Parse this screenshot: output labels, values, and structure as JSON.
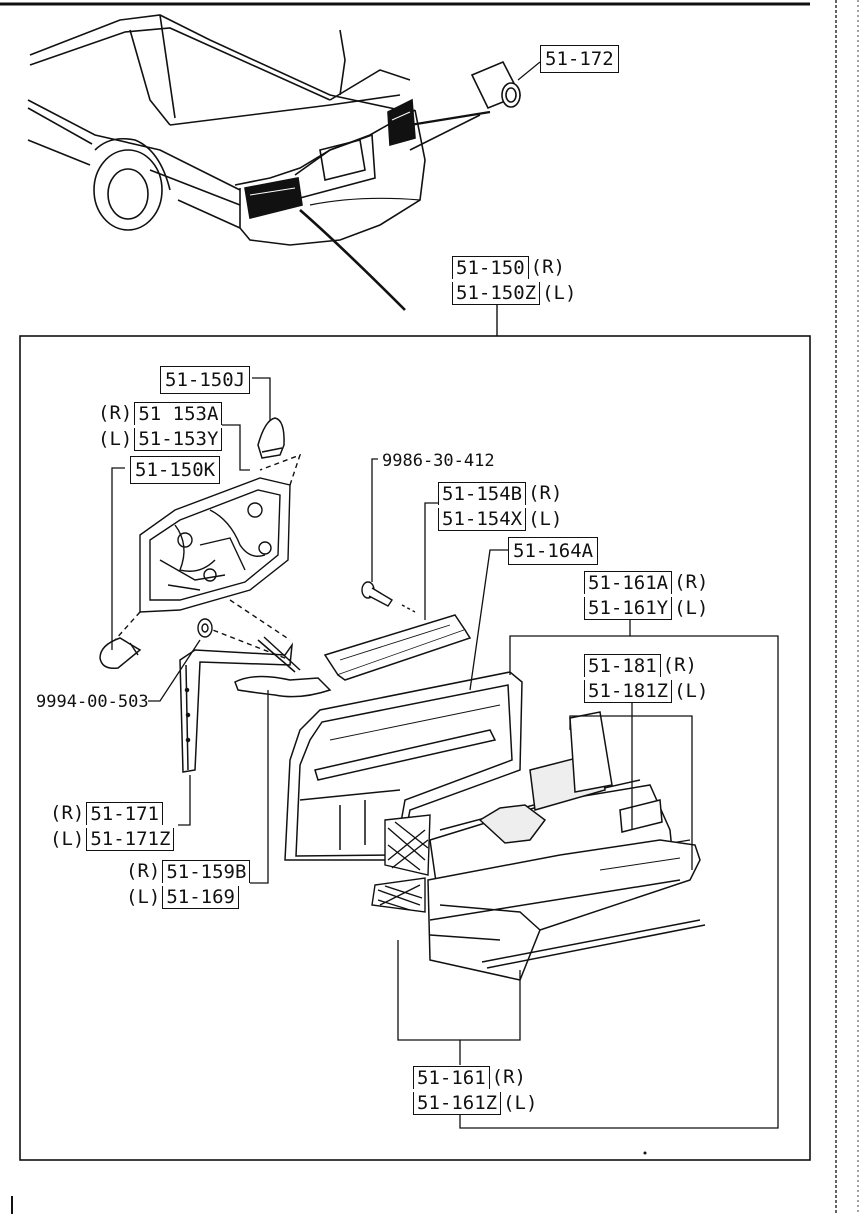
{
  "parts": {
    "bulb_socket_top": "51-172",
    "tail_assy": {
      "right": {
        "code": "51-150",
        "side": "(R)"
      },
      "left": {
        "code": "51-150Z",
        "side": "(L)"
      }
    },
    "bulb_j": "51-150J",
    "socket_153": {
      "right": {
        "side": "(R)",
        "code": "51 153A"
      },
      "left": {
        "side": "(L)",
        "code": "51-153Y"
      }
    },
    "bulb_k": "51-150K",
    "screw": "9986-30-412",
    "lens_154": {
      "right": {
        "code": "51-154B",
        "side": "(R)"
      },
      "left": {
        "code": "51-154X",
        "side": "(L)"
      }
    },
    "housing_164": "51-164A",
    "lens_161a": {
      "right": {
        "code": "51-161A",
        "side": "(R)"
      },
      "left": {
        "code": "51-161Y",
        "side": "(L)"
      }
    },
    "lens_181": {
      "right": {
        "code": "51-181",
        "side": "(R)"
      },
      "left": {
        "code": "51-181Z",
        "side": "(L)"
      }
    },
    "grommet": "9994-00-503",
    "gasket_171": {
      "right": {
        "side": "(R)",
        "code": "51-171"
      },
      "left": {
        "side": "(L)",
        "code": "51-171Z"
      }
    },
    "seal_159": {
      "right": {
        "side": "(R)",
        "code": "51-159B"
      },
      "left": {
        "side": "(L)",
        "code": "51-169"
      }
    },
    "lens_161": {
      "right": {
        "code": "51-161",
        "side": "(R)"
      },
      "left": {
        "code": "51-161Z",
        "side": "(L)"
      }
    }
  }
}
